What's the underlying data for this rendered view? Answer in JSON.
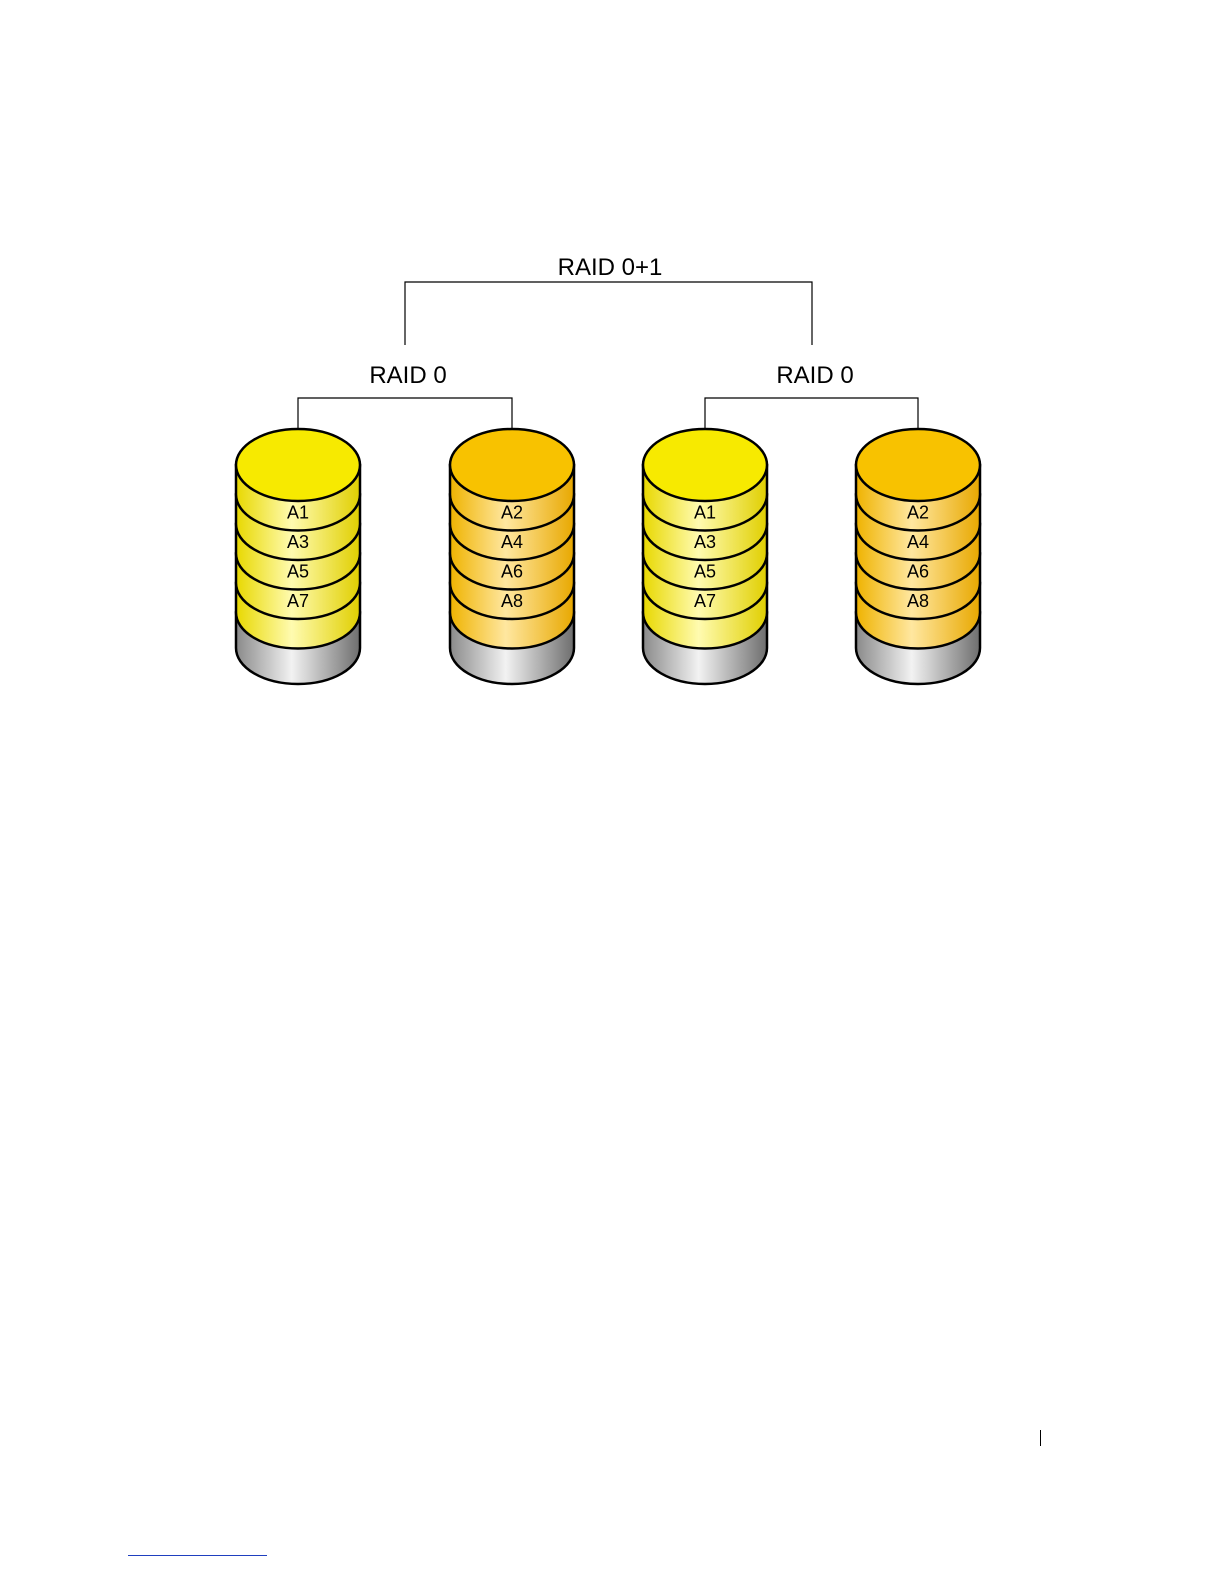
{
  "diagram": {
    "top_label": "RAID 0+1",
    "groups": [
      {
        "label": "RAID 0",
        "disks": [
          {
            "color": "yellow",
            "blocks": [
              "A1",
              "A3",
              "A5",
              "A7"
            ]
          },
          {
            "color": "orange",
            "blocks": [
              "A2",
              "A4",
              "A6",
              "A8"
            ]
          }
        ]
      },
      {
        "label": "RAID 0",
        "disks": [
          {
            "color": "yellow",
            "blocks": [
              "A1",
              "A3",
              "A5",
              "A7"
            ]
          },
          {
            "color": "orange",
            "blocks": [
              "A2",
              "A4",
              "A6",
              "A8"
            ]
          }
        ]
      }
    ]
  },
  "colors": {
    "yellow": "#f7ea00",
    "orange": "#f8c200",
    "gray": "#a8a8a8",
    "line": "#000000"
  }
}
